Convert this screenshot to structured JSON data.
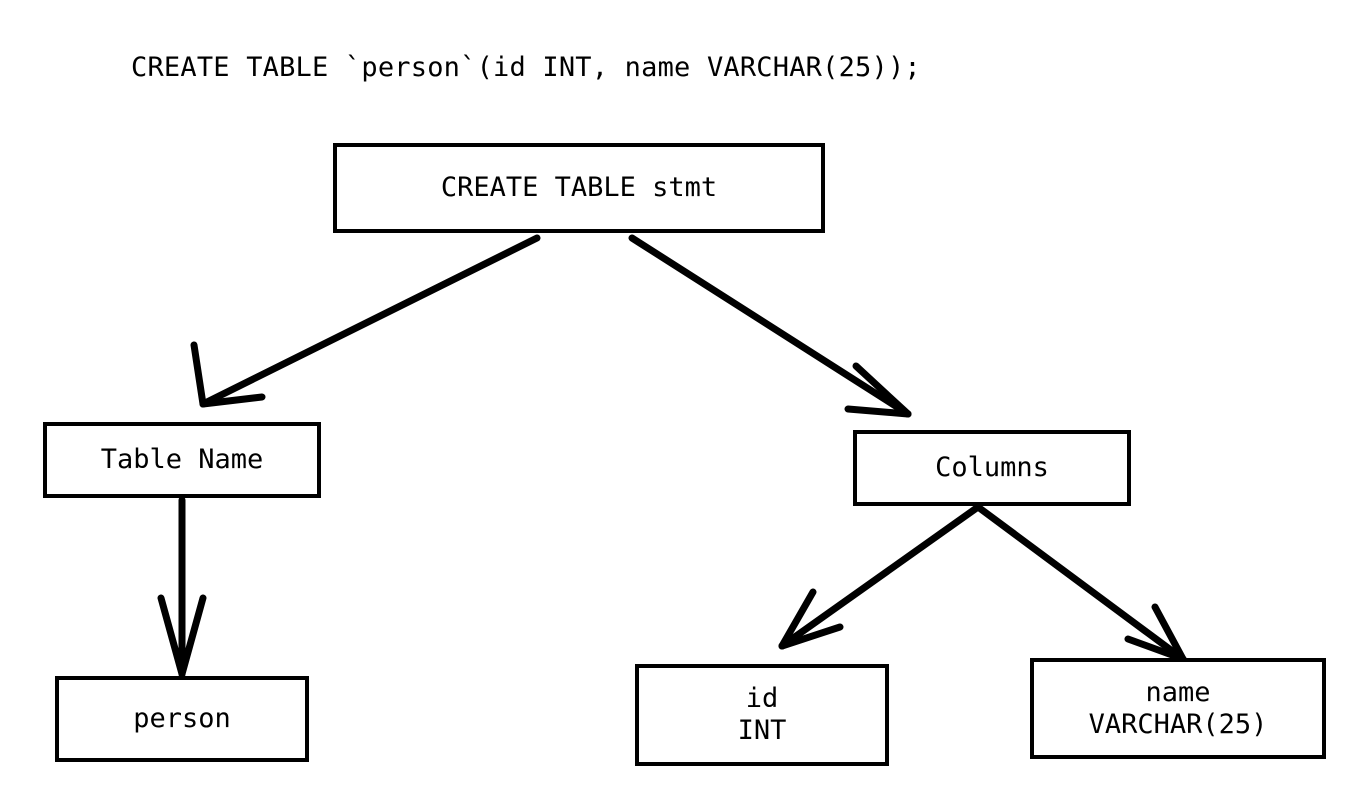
{
  "title": "CREATE TABLE `person`(id INT, name VARCHAR(25));",
  "colors": {
    "background": "#ffffff",
    "stroke": "#000000",
    "text": "#000000",
    "node_fill": "#ffffff"
  },
  "diagram": {
    "type": "tree",
    "nodes": [
      {
        "id": "root",
        "label": "CREATE TABLE stmt"
      },
      {
        "id": "tablename",
        "label": "Table Name"
      },
      {
        "id": "columns",
        "label": "Columns"
      },
      {
        "id": "person",
        "label": "person"
      },
      {
        "id": "id_col",
        "line1": "id",
        "line2": "INT"
      },
      {
        "id": "name_col",
        "line1": "name",
        "line2": "VARCHAR(25)"
      }
    ],
    "edges": [
      {
        "from": "root",
        "to": "tablename",
        "arrowhead": "open-v"
      },
      {
        "from": "root",
        "to": "columns",
        "arrowhead": "open-v"
      },
      {
        "from": "tablename",
        "to": "person",
        "arrowhead": "open-v"
      },
      {
        "from": "columns",
        "to": "id_col",
        "arrowhead": "open-v"
      },
      {
        "from": "columns",
        "to": "name_col",
        "arrowhead": "open-v"
      }
    ]
  }
}
